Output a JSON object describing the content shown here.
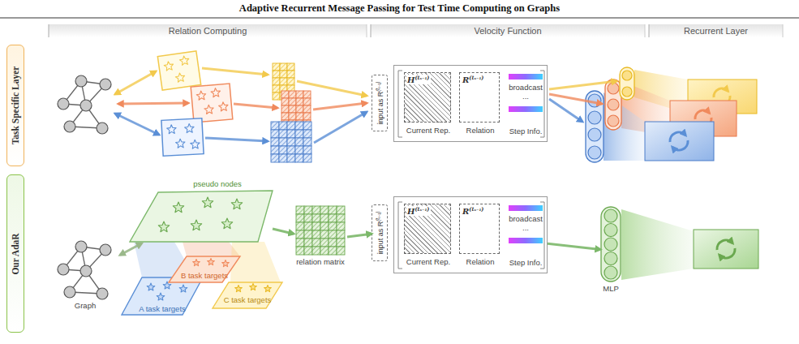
{
  "diagram": {
    "title": "Adaptive Recurrent Message Passing for Test Time Computing on Graphs",
    "nodes": [
      {
        "text": [
          "Task Specific Layer"
        ]
      },
      {
        "text": [
          "input as R",
          "(tₛ₋₁)"
        ]
      },
      {
        "text": [
          "broadcast",
          "...",
          "Step Info."
        ]
      },
      {
        "text": [
          "H",
          "(tₛ₋₁)",
          "Current Rep."
        ],
        "in": 2
      },
      {
        "text": [
          "R",
          "(tₛ₋₁)",
          "Relation"
        ],
        "in": 2
      },
      {
        "text": [
          "Our AdaR"
        ]
      },
      {
        "text": [
          "Graph"
        ]
      },
      {
        "text": [
          "pseudo nodes"
        ]
      },
      {
        "text": [
          "A task targets"
        ]
      },
      {
        "text": [
          "B task targets"
        ]
      },
      {
        "text": [
          "C task targets"
        ]
      },
      {
        "text": [
          "relation matrix"
        ]
      },
      {
        "text": [
          "input as R",
          "(tₛ₋₁)"
        ]
      },
      {
        "text": [
          "broadcast",
          "...",
          "Step Info."
        ]
      },
      {
        "text": [
          "H",
          "(tₛ₋₁)",
          "Current Rep."
        ],
        "in": 13
      },
      {
        "text": [
          "R",
          "(tₛ₋₁)",
          "Relation"
        ],
        "in": 13
      },
      {
        "text": [
          "MLP"
        ]
      }
    ],
    "edges": [
      {
        "from": 6,
        "to": 7,
        "arrow": "both"
      },
      {
        "from": 7,
        "to": 11,
        "arrow": "to"
      },
      {
        "from": 11,
        "to": 12,
        "arrow": "to"
      },
      {
        "from": 13,
        "to": 16,
        "arrow": "to"
      }
    ],
    "labels": [
      "Relation Computing",
      "Velocity Function",
      "Recurrent Layer"
    ]
  }
}
